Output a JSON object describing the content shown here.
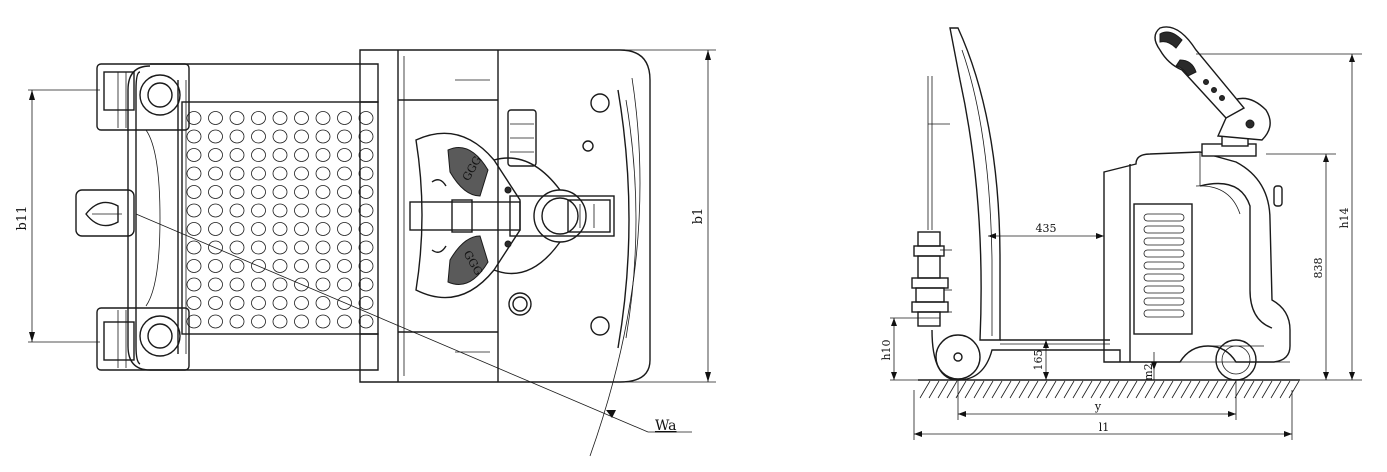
{
  "top_view": {
    "label_b11": "b11",
    "label_b1": "b1",
    "label_wa": "Wa"
  },
  "side_view": {
    "label_435": "435",
    "label_h14": "h14",
    "label_838": "838",
    "label_h10": "h10",
    "label_165": "165",
    "label_m2": "m2",
    "label_y": "y",
    "label_l1": "l1"
  }
}
